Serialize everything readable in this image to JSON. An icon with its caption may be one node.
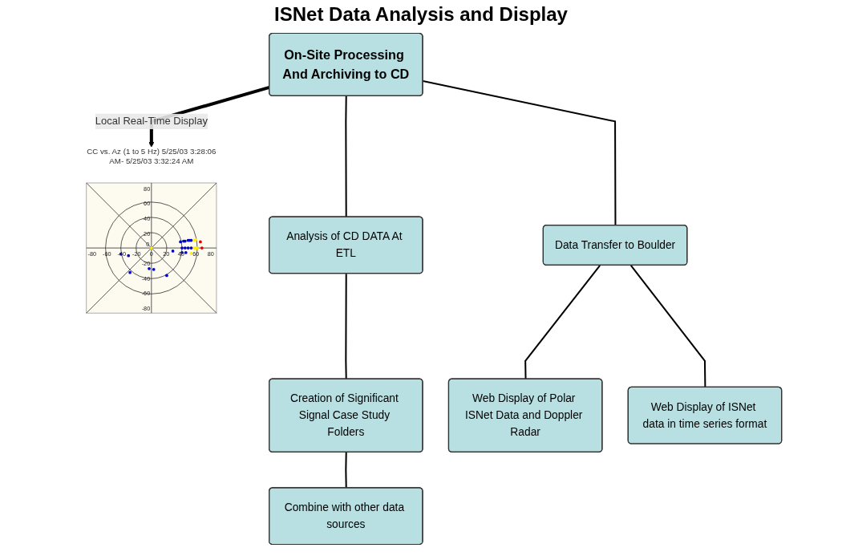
{
  "diagram": {
    "title": "ISNet Data Analysis and Display",
    "nodes": [
      {
        "text": [
          "On-Site Processing And Archiving to CD"
        ]
      },
      {
        "text": [],
        "shape": "picture",
        "beside": [
          "CC vs. Az (1 to 5 Hz) 5/25/03 3:28:06 AM- 5/25/03 3:32:24 AM"
        ]
      },
      {
        "text": [
          "Analysis of CD DATA At ETL"
        ]
      },
      {
        "text": [
          "Data Transfer to Boulder"
        ]
      },
      {
        "text": [
          "Creation of Significant Signal Case Study Folders"
        ]
      },
      {
        "text": [
          "Web Display of Polar ISNet Data and Doppler Radar"
        ]
      },
      {
        "text": [
          "Web Display of ISNet data in time series format"
        ]
      },
      {
        "text": [
          "Combine with other data sources"
        ]
      }
    ],
    "edges": [
      {
        "from": 0,
        "to": 1,
        "arrow": "to",
        "label": "Local Real-Time Display",
        "style": "thick"
      },
      {
        "from": 0,
        "to": 2,
        "arrow": "none"
      },
      {
        "from": 0,
        "to": 3,
        "arrow": "none"
      },
      {
        "from": 2,
        "to": 4,
        "arrow": "none"
      },
      {
        "from": 3,
        "to": 5,
        "arrow": "none"
      },
      {
        "from": 3,
        "to": 6,
        "arrow": "none"
      },
      {
        "from": 4,
        "to": 7,
        "arrow": "none"
      }
    ],
    "labels": [
      "80",
      "60",
      "40",
      "20",
      "-80",
      "-60",
      "-40",
      "-20",
      "0",
      "0",
      "20",
      "40",
      "60",
      "80",
      "-20",
      "-40",
      "-60",
      "-80"
    ]
  }
}
